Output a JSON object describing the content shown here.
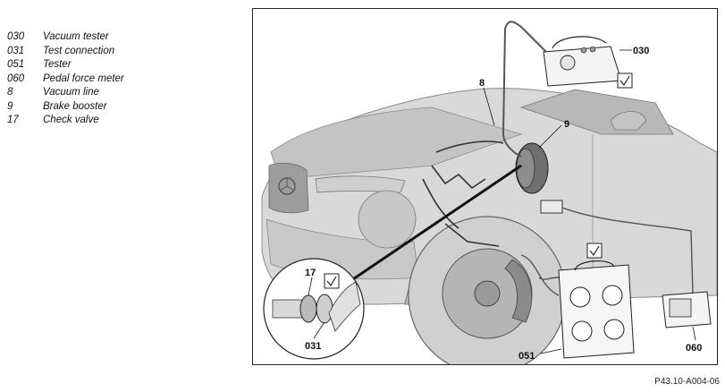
{
  "legend": {
    "items": [
      {
        "code": "030",
        "label": "Vacuum tester"
      },
      {
        "code": "031",
        "label": "Test connection"
      },
      {
        "code": "051",
        "label": "Tester"
      },
      {
        "code": "060",
        "label": "Pedal force meter"
      },
      {
        "code": "8",
        "label": "Vacuum line"
      },
      {
        "code": "9",
        "label": "Brake booster"
      },
      {
        "code": "17",
        "label": "Check valve"
      }
    ]
  },
  "figure": {
    "callouts": {
      "c030": "030",
      "c8": "8",
      "c9": "9",
      "c17": "17",
      "c031": "031",
      "c051": "051",
      "c060": "060"
    },
    "figure_id": "P43.10-A004-06"
  }
}
